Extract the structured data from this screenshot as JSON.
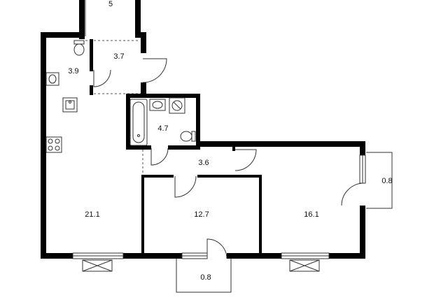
{
  "floor_plan": {
    "rooms": [
      {
        "id": "landing",
        "area": "5"
      },
      {
        "id": "hallway",
        "area": "3.7"
      },
      {
        "id": "toilet",
        "area": "3.9"
      },
      {
        "id": "bathroom",
        "area": "4.7"
      },
      {
        "id": "corridor",
        "area": "3.6"
      },
      {
        "id": "kitchen-living",
        "area": "21.1"
      },
      {
        "id": "bedroom-middle",
        "area": "12.7"
      },
      {
        "id": "bedroom-right",
        "area": "16.1"
      },
      {
        "id": "balcony-right",
        "area": "0.8"
      },
      {
        "id": "balcony-bottom",
        "area": "0.8"
      }
    ],
    "colors": {
      "wall": "#000000",
      "thin_line": "#333333",
      "background": "#ffffff"
    }
  }
}
